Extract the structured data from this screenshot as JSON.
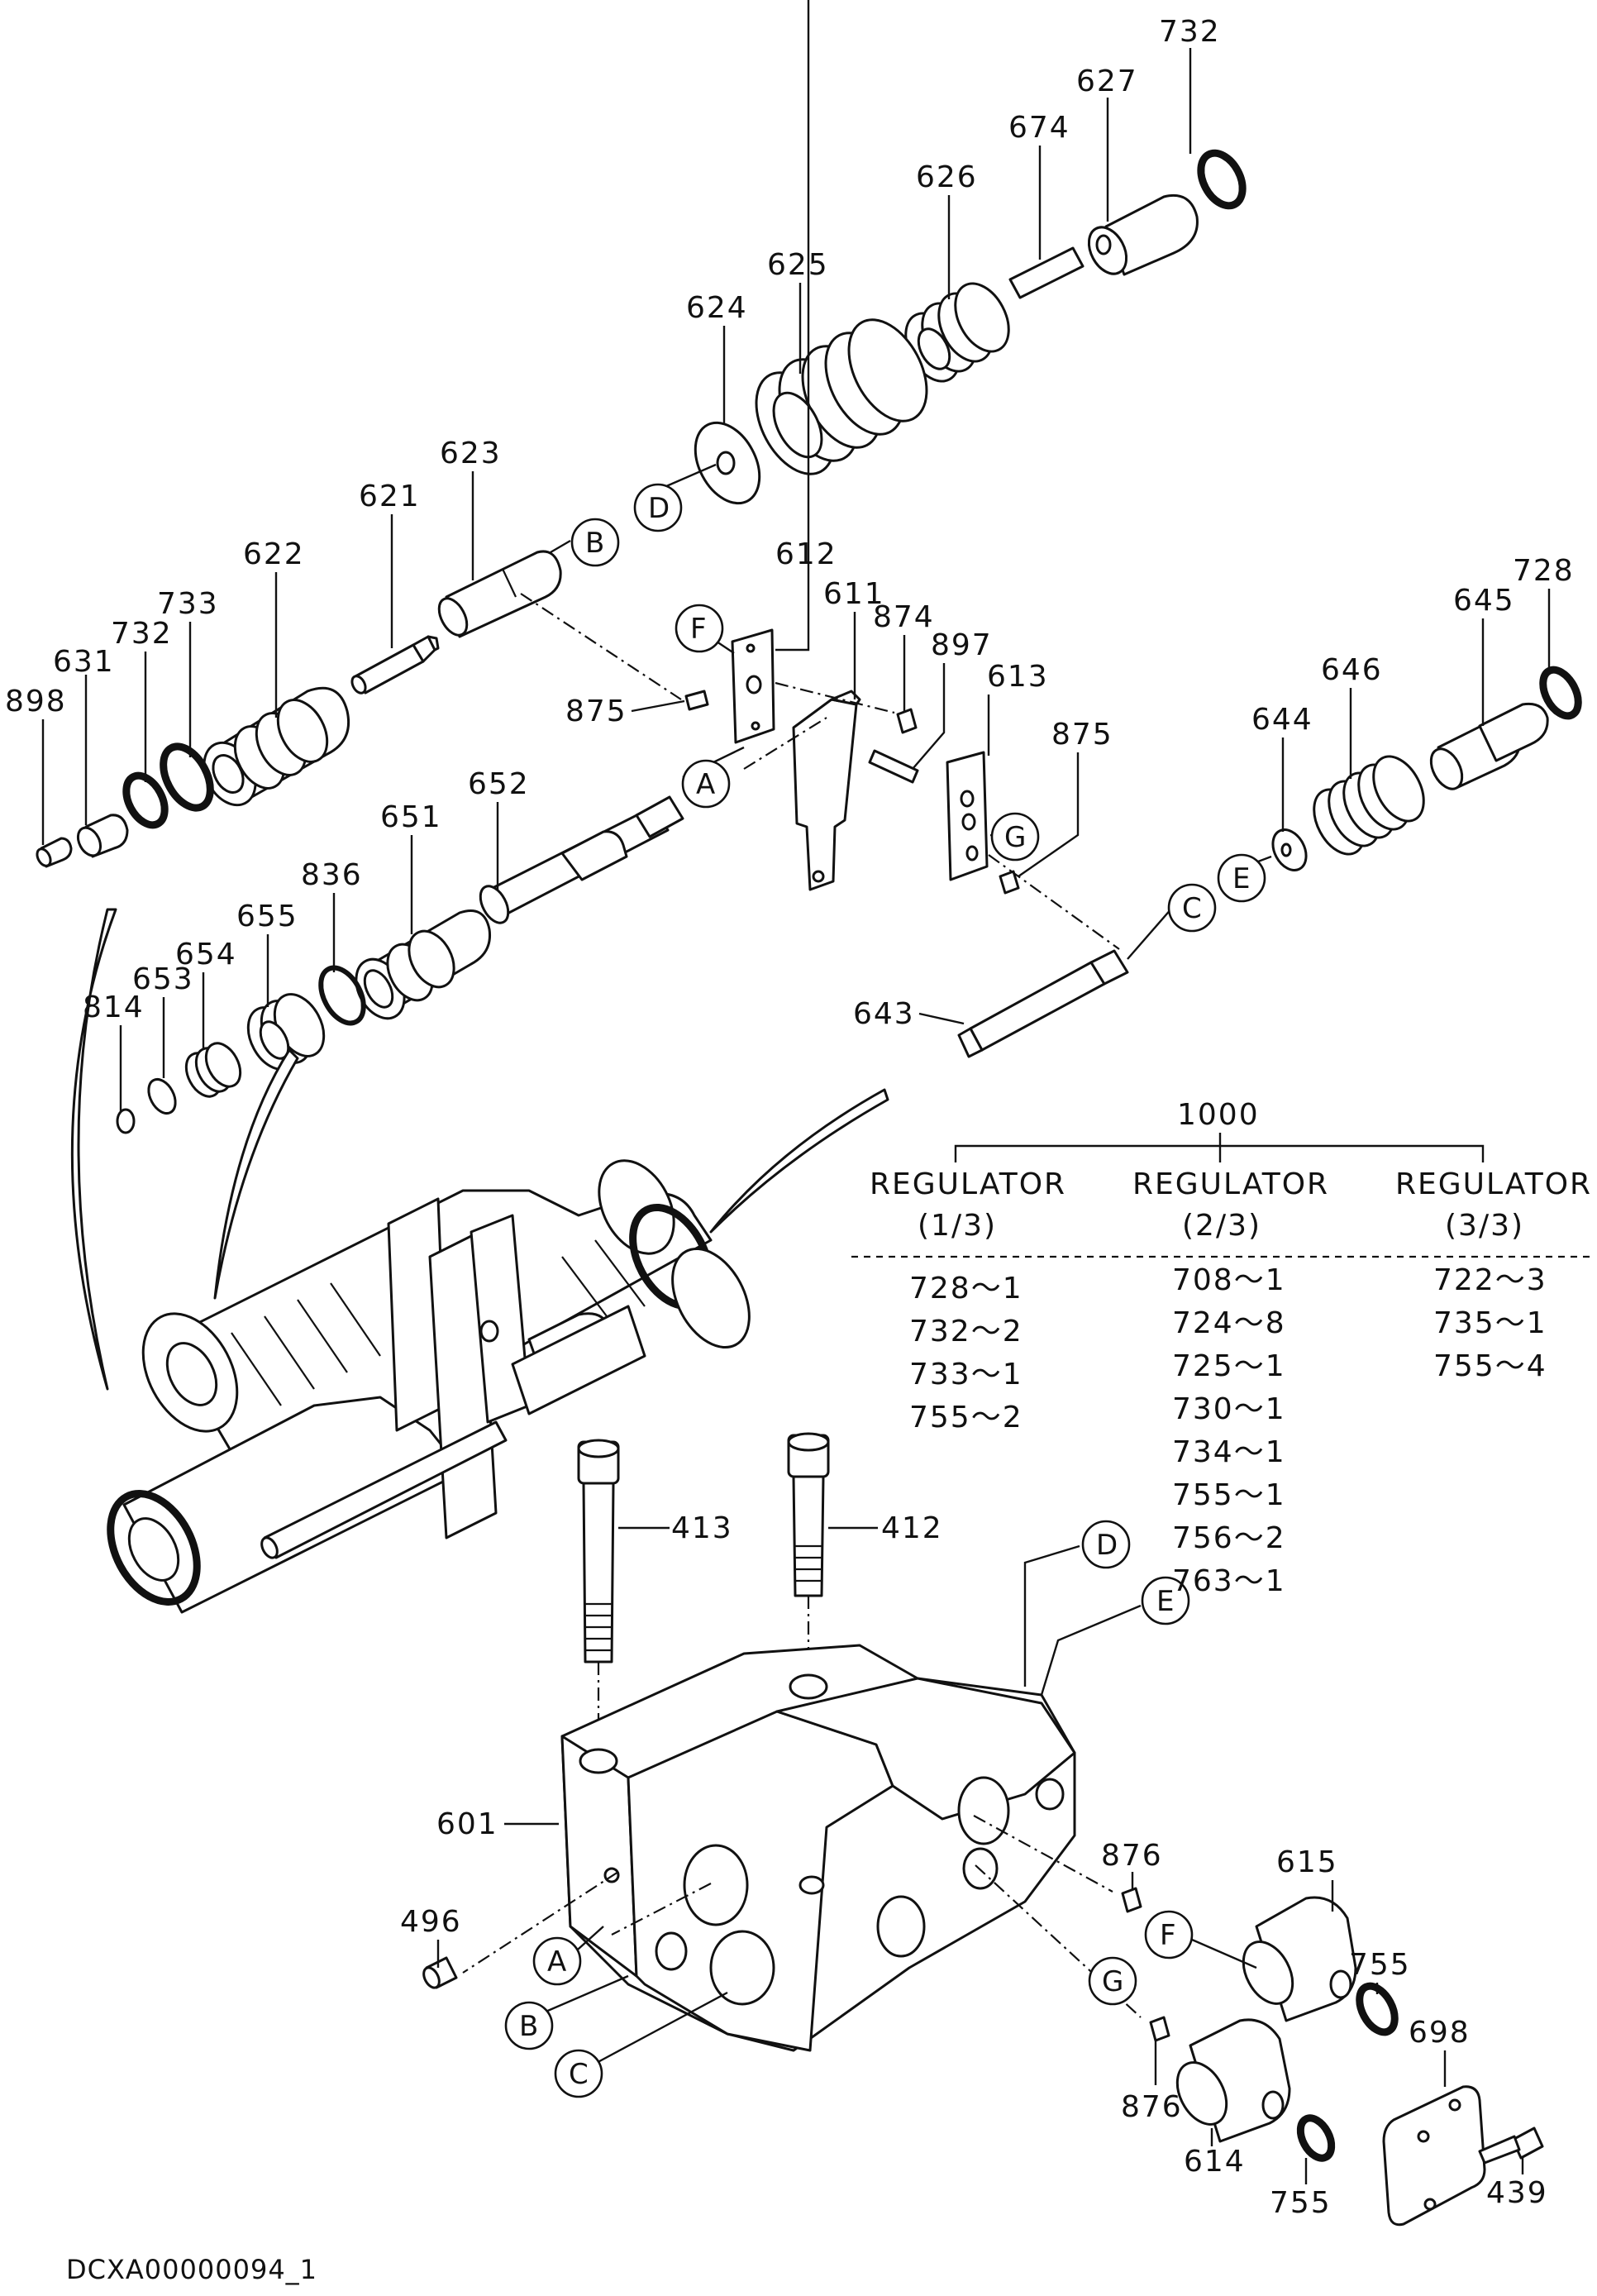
{
  "drawing": {
    "reference_code": "DCXA00000094_1",
    "part_numbers": [
      "732",
      "627",
      "674",
      "626",
      "625",
      "624",
      "623",
      "621",
      "622",
      "733",
      "732",
      "631",
      "898",
      "612",
      "611",
      "874",
      "897",
      "613",
      "875",
      "875",
      "652",
      "651",
      "836",
      "655",
      "654",
      "653",
      "814",
      "645",
      "728",
      "646",
      "644",
      "643",
      "413",
      "412",
      "601",
      "496",
      "876",
      "615",
      "755",
      "698",
      "876",
      "614",
      "755",
      "439"
    ],
    "callout_letters": [
      "A",
      "B",
      "C",
      "D",
      "E",
      "F",
      "G"
    ]
  },
  "table": {
    "assembly_no": "1000",
    "columns": [
      {
        "header": "REGULATOR",
        "sub": "(1/3)",
        "rows": [
          "728～1",
          "732～2",
          "733～1",
          "755～2"
        ]
      },
      {
        "header": "REGULATOR",
        "sub": "(2/3)",
        "rows": [
          "708～1",
          "724～8",
          "725～1",
          "730～1",
          "734～1",
          "755～1",
          "756～2",
          "763～1"
        ]
      },
      {
        "header": "REGULATOR",
        "sub": "(3/3)",
        "rows": [
          "722～3",
          "735～1",
          "755～4"
        ]
      }
    ]
  }
}
